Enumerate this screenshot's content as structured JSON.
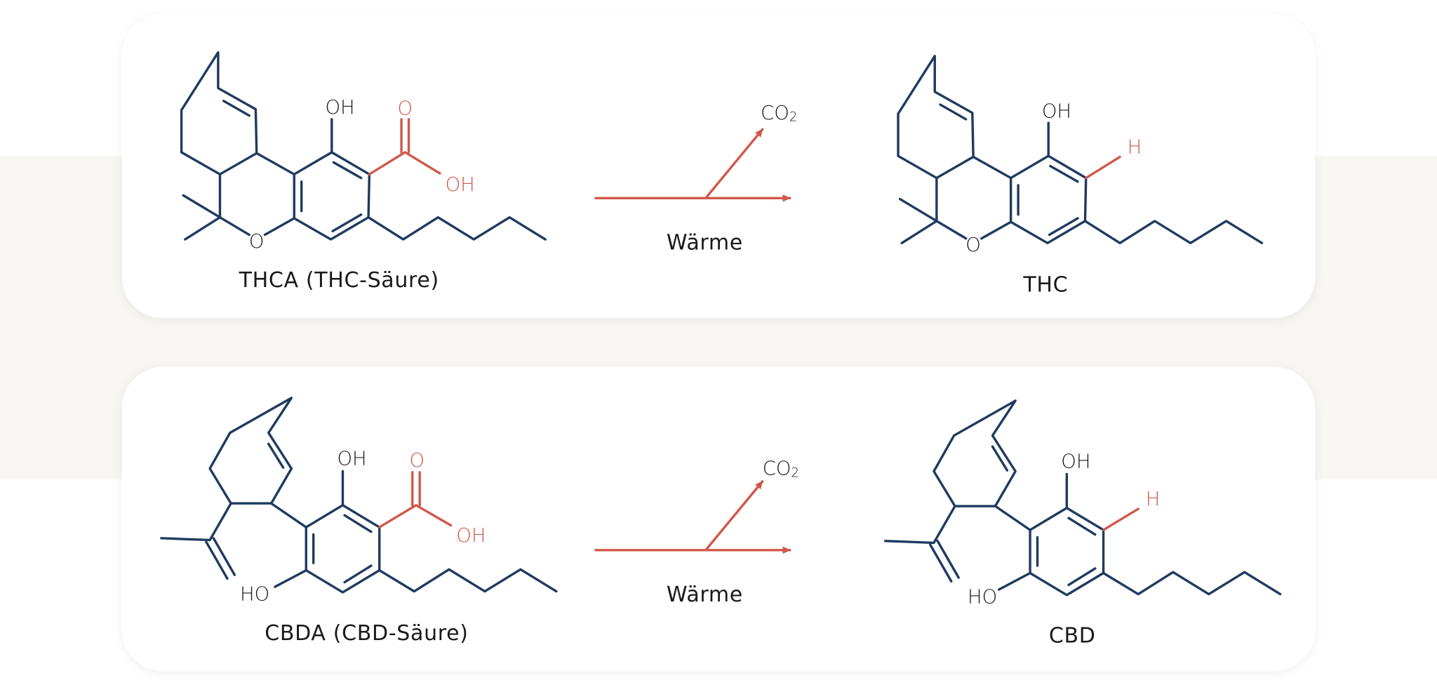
{
  "colors": {
    "molecule": "#1e3a5f",
    "highlight": "#d0584a",
    "band": "#f7f6f2",
    "card": "#ffffff"
  },
  "reaction_1": {
    "reactant": {
      "name": "THCA (THC-Säure)",
      "oh": "OH",
      "carbonyl_o": "O",
      "acid_oh": "OH",
      "ring_o": "O"
    },
    "byproduct": {
      "co": "CO",
      "sub": "2"
    },
    "condition": "Wärme",
    "product": {
      "name": "THC",
      "oh": "OH",
      "h": "H",
      "ring_o": "O"
    }
  },
  "reaction_2": {
    "reactant": {
      "name": "CBDA (CBD-Säure)",
      "oh": "OH",
      "ho": "HO",
      "carbonyl_o": "O",
      "acid_oh": "OH"
    },
    "byproduct": {
      "co": "CO",
      "sub": "2"
    },
    "condition": "Wärme",
    "product": {
      "name": "CBD",
      "oh": "OH",
      "ho": "HO",
      "h": "H"
    }
  }
}
